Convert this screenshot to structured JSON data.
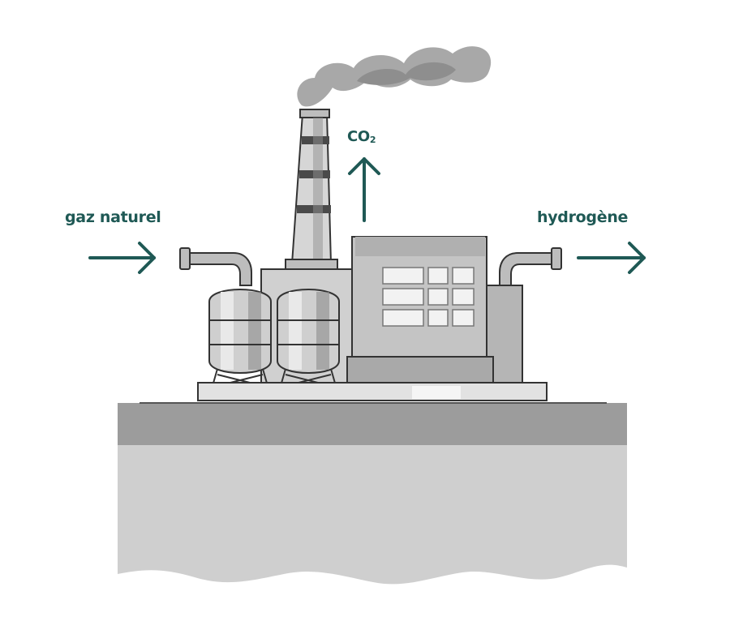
{
  "labels": {
    "input": "gaz naturel",
    "output": "hydrogène",
    "emission_main": "CO",
    "emission_sub": "2"
  },
  "colors": {
    "accent": "#1f5955",
    "ground_dark": "#9c9c9c",
    "ground_light": "#cfcfcf"
  },
  "icons": {
    "plant": "steam-reforming-plant-icon",
    "smoke": "smoke-cloud-icon"
  }
}
